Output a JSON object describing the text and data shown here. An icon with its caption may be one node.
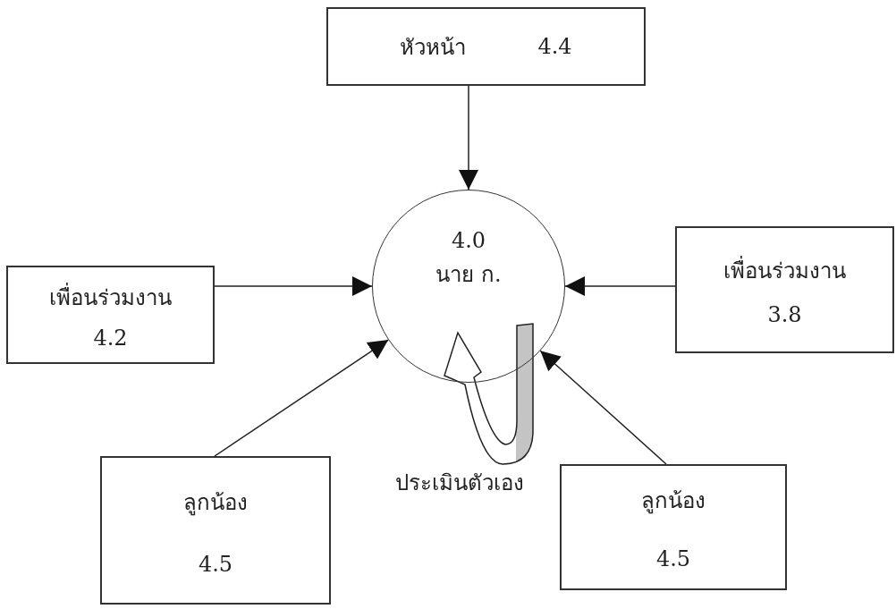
{
  "diagram": {
    "nodes": [
      {
        "text": [
          "หัวหน้า",
          "4.4"
        ]
      },
      {
        "text": [
          "4.0",
          "นาย ก."
        ]
      },
      {
        "text": [
          "เพื่อนร่วมงาน",
          "4.2"
        ]
      },
      {
        "text": [
          "เพื่อนร่วมงาน",
          "3.8"
        ]
      },
      {
        "text": [
          "ลูกน้อง",
          "4.5"
        ]
      },
      {
        "text": [
          "ลูกน้อง",
          "4.5"
        ]
      }
    ],
    "edges": [
      {
        "from": 0,
        "to": 1,
        "arrow": "to"
      },
      {
        "from": 2,
        "to": 1,
        "arrow": "to"
      },
      {
        "from": 3,
        "to": 1,
        "arrow": "to"
      },
      {
        "from": 4,
        "to": 1,
        "arrow": "to"
      },
      {
        "from": 5,
        "to": 1,
        "arrow": "to"
      },
      {
        "from": 1,
        "to": 1,
        "arrow": "to",
        "label": "ประเมินตัวเอง",
        "style": "thick"
      }
    ]
  }
}
